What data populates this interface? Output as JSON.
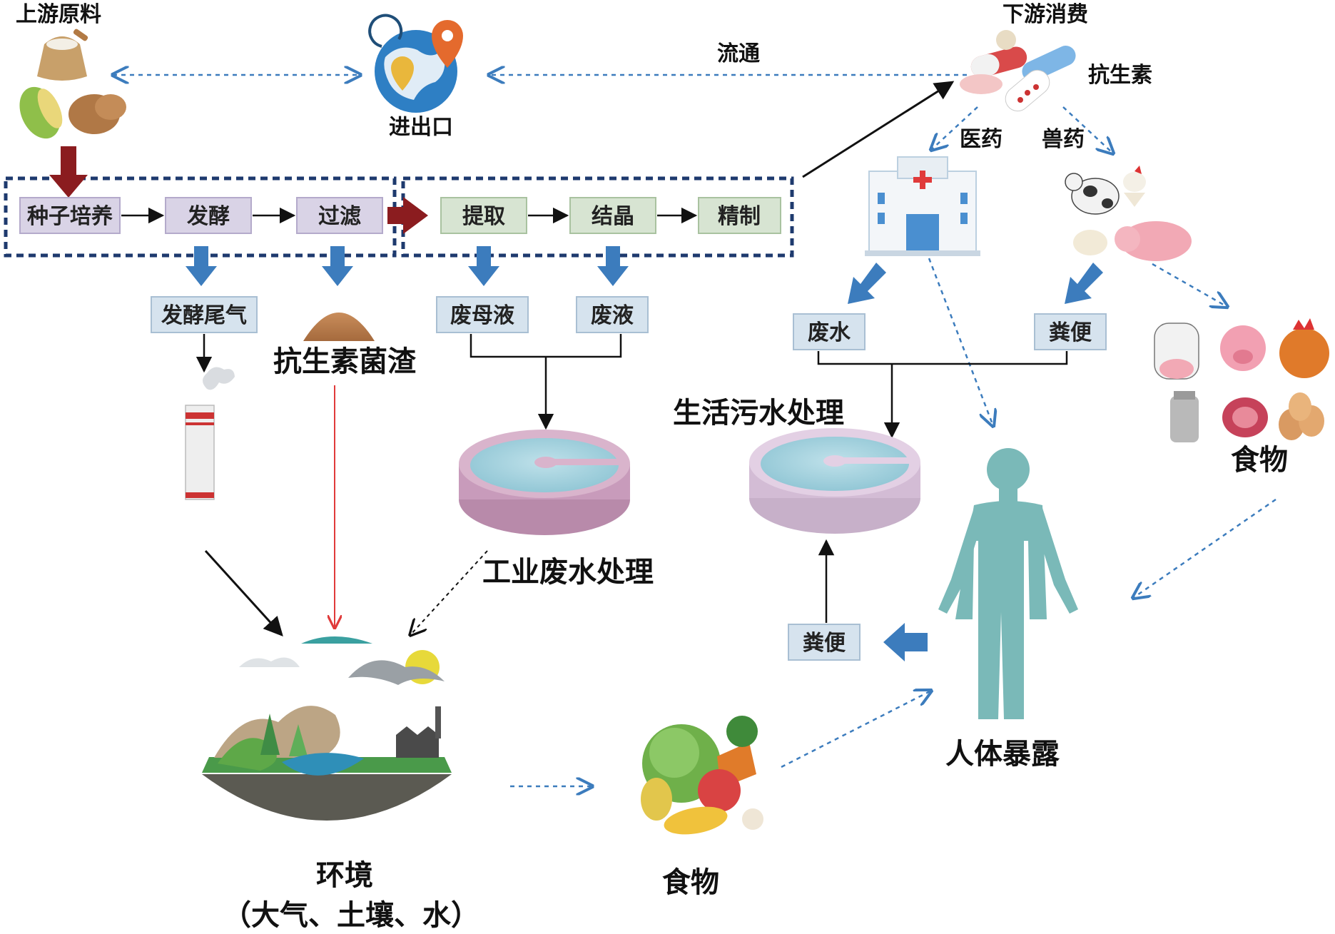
{
  "labels": {
    "upstream": "上游原料",
    "import_export": "进出口",
    "circulation": "流通",
    "downstream": "下游消费",
    "antibiotics": "抗生素",
    "medicine": "医药",
    "veterinary": "兽药",
    "antibiotic_residue": "抗生素菌渣",
    "industrial_wastewater": "工业废水处理",
    "domestic_sewage": "生活污水处理",
    "food_animal": "食物",
    "food_plant": "食物",
    "human_exposure": "人体暴露",
    "environment": "环境",
    "environment_sub": "（大气、土壤、水）"
  },
  "process": {
    "seed_culture": "种子培养",
    "fermentation": "发酵",
    "filtration": "过滤",
    "extraction": "提取",
    "crystallization": "结晶",
    "refining": "精制"
  },
  "waste": {
    "fermentation_gas": "发酵尾气",
    "mother_liquor": "废母液",
    "waste_liquid": "废液",
    "wastewater": "废水",
    "feces_animal": "粪便",
    "feces_human": "粪便"
  },
  "colors": {
    "purple_box": "#d9d3e6",
    "green_box": "#d7e4d2",
    "blue_box": "#d6e3ee",
    "dark_red_arrow": "#8b1c1f",
    "blue_arrow": "#3c7cbd",
    "dashed_frame": "#1e3a6e",
    "human": "#7ab9b8",
    "red_line": "#e03a3a"
  }
}
